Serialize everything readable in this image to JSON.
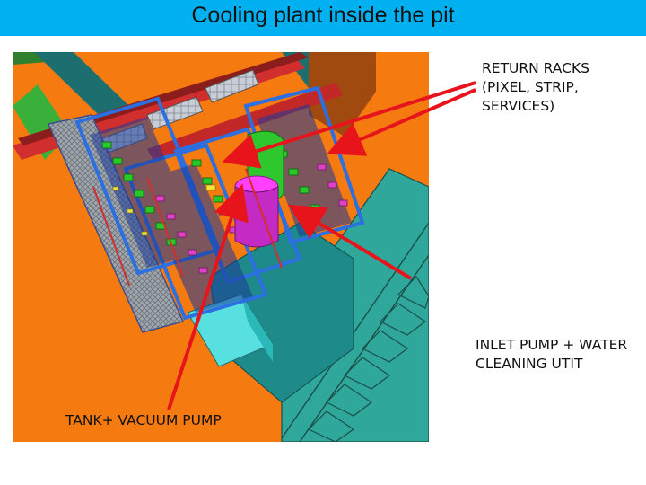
{
  "slide": {
    "title": "Cooling plant inside the pit",
    "accent_color": "#00b0f0"
  },
  "render": {
    "icon": "cad-render-image"
  },
  "callouts": {
    "return_racks": {
      "line1": "RETURN RACKS",
      "line2": "(PIXEL, STRIP,",
      "line3": "SERVICES)"
    },
    "inlet_pump": {
      "line1": "INLET PUMP + WATER",
      "line2": "CLEANING UTIT"
    },
    "tank": {
      "line1": "TANK+ VACUUM PUMP"
    },
    "arrow_color": "#e8141c"
  }
}
